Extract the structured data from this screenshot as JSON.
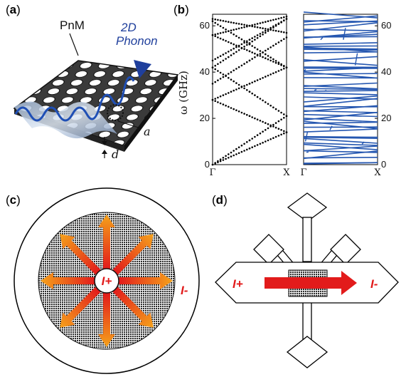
{
  "panels": {
    "a": {
      "label": "a",
      "pnm_label": "PnM",
      "phonon_line1": "2D",
      "phonon_line2": "Phonon",
      "period_symbol": "a",
      "thickness_symbol": "d"
    },
    "b": {
      "label": "b",
      "y_axis_label": "ω (GHz)"
    },
    "c": {
      "label": "c",
      "current_plus": "I+",
      "current_minus": "I-"
    },
    "d": {
      "label": "d",
      "current_plus": "I+",
      "current_minus": "I-"
    }
  },
  "colors": {
    "phonon_blue": "#1f4fb5",
    "arrow_red": "#e21b1b",
    "arrow_orange": "#f5a21b",
    "dispersion_blue": "#2456b0"
  },
  "chart_data": [
    {
      "type": "scatter",
      "title": "",
      "xlabel": "",
      "ylabel": "ω (GHz)",
      "x_ticks": [
        "Γ",
        "X"
      ],
      "y_ticks": [
        "0",
        "20",
        "40",
        "60"
      ],
      "ylim": [
        0,
        65
      ],
      "grid": false,
      "series": [
        {
          "values": [
            [
              0,
              0
            ],
            [
              0.5,
              10.5
            ],
            [
              1,
              21
            ]
          ]
        },
        {
          "values": [
            [
              0,
              0
            ],
            [
              0.5,
              7
            ],
            [
              1,
              14
            ]
          ]
        },
        {
          "values": [
            [
              0,
              42
            ],
            [
              0.5,
              31.5
            ],
            [
              1,
              21
            ]
          ]
        },
        {
          "values": [
            [
              0,
              28
            ],
            [
              0.5,
              21
            ],
            [
              1,
              14
            ]
          ]
        },
        {
          "values": [
            [
              0,
              42
            ],
            [
              0.5,
              52.5
            ],
            [
              1,
              63
            ]
          ]
        },
        {
          "values": [
            [
              0,
              28
            ],
            [
              0.5,
              35
            ],
            [
              1,
              42
            ]
          ]
        },
        {
          "values": [
            [
              0,
              56
            ],
            [
              0.5,
              49
            ],
            [
              1,
              42
            ]
          ]
        },
        {
          "values": [
            [
              0,
              56
            ],
            [
              0.5,
              60
            ],
            [
              1,
              64
            ]
          ]
        },
        {
          "values": [
            [
              0,
              62
            ],
            [
              0.5,
              52
            ],
            [
              1,
              42
            ]
          ]
        },
        {
          "values": [
            [
              0,
              45
            ],
            [
              0.5,
              54
            ],
            [
              1,
              63
            ]
          ]
        },
        {
          "values": [
            [
              0,
              35
            ],
            [
              0.5,
              45
            ],
            [
              1,
              55
            ]
          ]
        },
        {
          "values": [
            [
              0,
              63
            ],
            [
              0.5,
              60
            ],
            [
              1,
              57
            ]
          ]
        }
      ]
    },
    {
      "type": "line",
      "title": "",
      "xlabel": "",
      "ylabel": "",
      "x_ticks": [
        "Γ",
        "X"
      ],
      "y_ticks": [
        "0",
        "20",
        "40",
        "60"
      ],
      "ylim": [
        0,
        65
      ],
      "grid": false,
      "y_axis_side": "right",
      "band_count": 52
    }
  ]
}
